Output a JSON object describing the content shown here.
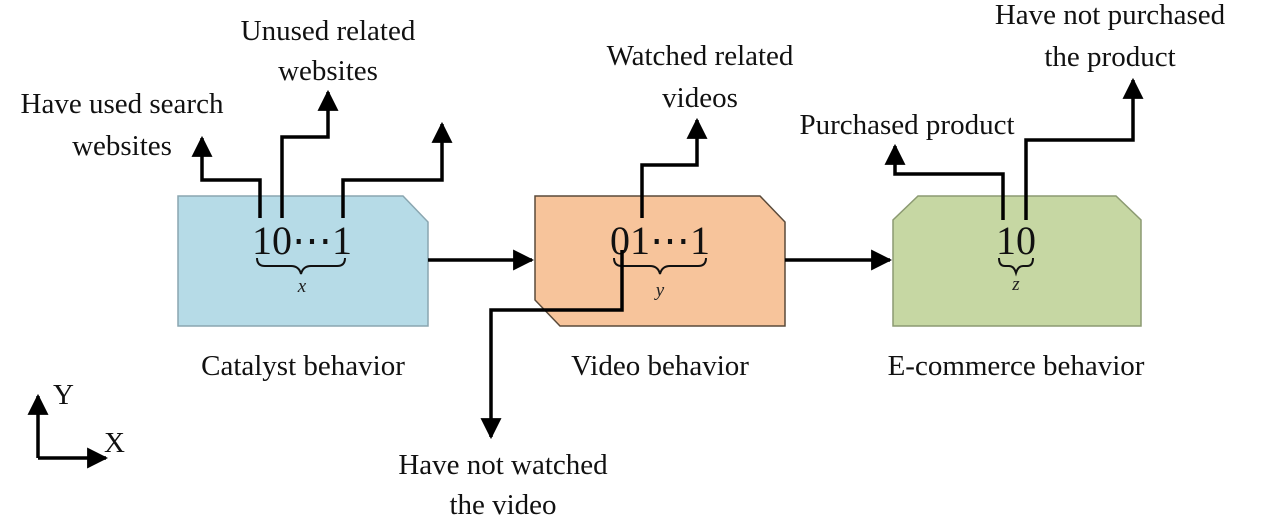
{
  "blocks": [
    {
      "id": "catalyst",
      "title": "Catalyst behavior",
      "code": "10⋯1",
      "variable": "x",
      "fill": "#b6dbe7",
      "stroke": "#8aa6b0"
    },
    {
      "id": "video",
      "title": "Video behavior",
      "code": "01⋯1",
      "variable": "y",
      "fill": "#f7c49b",
      "stroke": "#5a4a3a"
    },
    {
      "id": "ecommerce",
      "title": "E-commerce behavior",
      "code": "10",
      "variable": "z",
      "fill": "#c6d7a3",
      "stroke": "#8c9a72"
    }
  ],
  "annotations": {
    "have_used_search": [
      "Have used search",
      "websites"
    ],
    "unused_related": [
      "Unused related",
      "websites"
    ],
    "watched_related": [
      "Watched related",
      "videos"
    ],
    "not_watched": [
      "Have not watched",
      "the video"
    ],
    "purchased": [
      "Purchased product"
    ],
    "not_purchased": [
      "Have not purchased",
      "the product"
    ]
  },
  "axes": {
    "x": "X",
    "y": "Y"
  }
}
